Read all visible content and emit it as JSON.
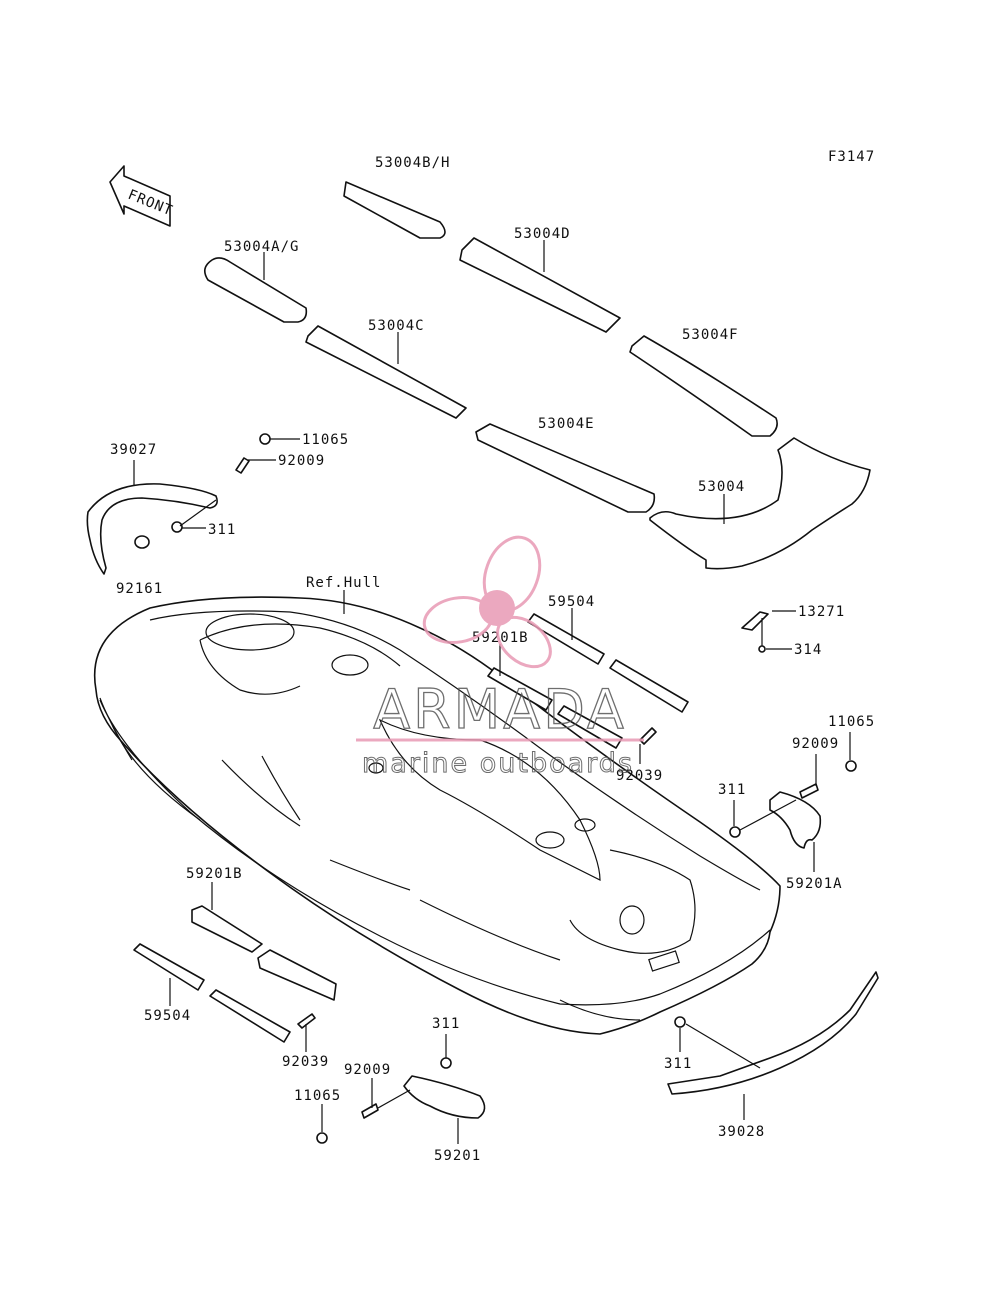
{
  "diagram": {
    "figure_code": "F3147",
    "front_label": "FRONT",
    "hull_label": "Ref.Hull",
    "labels": {
      "mat_bh": "53004B/H",
      "mat_ag": "53004A/G",
      "mat_d": "53004D",
      "mat_c": "53004C",
      "mat_f": "53004F",
      "mat_e": "53004E",
      "mat_main": "53004",
      "p11065_a": "11065",
      "p92009_a": "92009",
      "p39027": "39027",
      "p311_a": "311",
      "p92161": "92161",
      "p59504_a": "59504",
      "p59201b_a": "59201B",
      "p13271": "13271",
      "p314": "314",
      "p11065_b": "11065",
      "p92009_b": "92009",
      "p92039_a": "92039",
      "p311_b": "311",
      "p59201a": "59201A",
      "p59201b_b": "59201B",
      "p59504_b": "59504",
      "p92039_b": "92039",
      "p311_c": "311",
      "p92009_c": "92009",
      "p11065_c": "11065",
      "p59201": "59201",
      "p311_d": "311",
      "p39028": "39028"
    }
  },
  "watermark": {
    "brand": "ARMADA",
    "tagline": "marine outboards",
    "color": "#e89ab4"
  }
}
